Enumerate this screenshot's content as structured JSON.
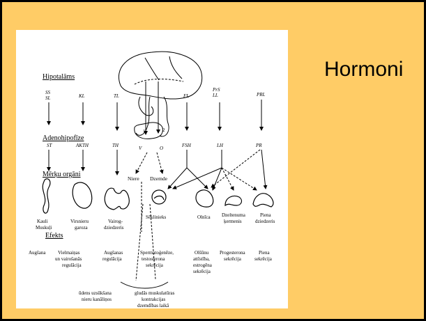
{
  "slide": {
    "title": "Hormoni",
    "background_color": "#FFCC66",
    "border_color": "#000000"
  },
  "diagram": {
    "section_headers": {
      "hypothalamus": "Hipotalāms",
      "adenohypophysis": "Adenohipofīze",
      "target_organs": "Mērķu orgāni",
      "effects": "Efekts"
    },
    "hypothalamus_hormones": [
      "SS",
      "SL",
      "KL",
      "TL",
      "FL",
      "PrS",
      "LL",
      "PRL"
    ],
    "pituitary_hormones": [
      "ST",
      "AKTH",
      "TH",
      "FSH",
      "LH",
      "PR"
    ],
    "pituitary_markers": [
      "V",
      "O",
      "1",
      "2"
    ],
    "intermediate_targets": [
      "Niere",
      "Dzemde"
    ],
    "organs": [
      {
        "name": "Kauli",
        "name2": "Muskuļi"
      },
      {
        "name": "Virsnieru",
        "name2": "garoza"
      },
      {
        "name": "Vairog-",
        "name2": "dziedzeris"
      },
      {
        "name": "Sēklinieks"
      },
      {
        "name": "Olnīca"
      },
      {
        "name": "Dzeltenuma",
        "name2": "ķermenis"
      },
      {
        "name": "Piena",
        "name2": "dziedzeris"
      }
    ],
    "effects": {
      "e1": [
        "Augšana"
      ],
      "e2": [
        "Vielmaiņas",
        "un vairošanās",
        "regulācija"
      ],
      "e3": [
        "Augšanas",
        "regulācija"
      ],
      "e4": [
        "Spermatoģenēze,",
        "testosterona",
        "sekrēcija"
      ],
      "e5": [
        "Olšūnu",
        "attīstība,",
        "estrogēna",
        "sekrēcija"
      ],
      "e6": [
        "Progesterona",
        "sekrēcija"
      ],
      "e7": [
        "Piena",
        "sekrēcija"
      ],
      "e8": [
        "ūdens uzsūkšana",
        "nieru kanāliņos"
      ],
      "e9": [
        "gludās muskulatūras",
        "kontrakcijas",
        "dzemdības laikā"
      ]
    }
  }
}
